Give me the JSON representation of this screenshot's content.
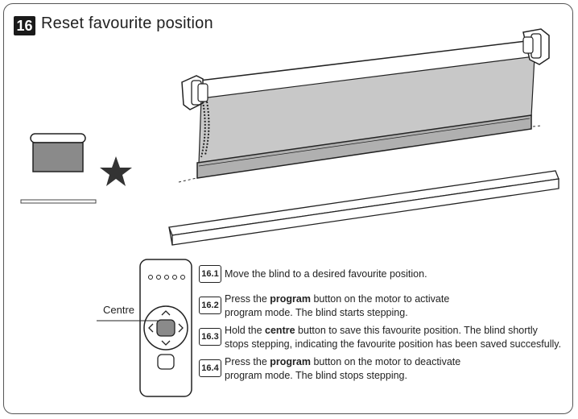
{
  "header": {
    "step_number": "16",
    "title": "Reset favourite position"
  },
  "remote": {
    "centre_label": "Centre"
  },
  "steps": [
    {
      "num": "16.1",
      "line1_pre": "Move the blind to a desired favourite position.",
      "line1_bold": "",
      "line1_post": "",
      "line2": ""
    },
    {
      "num": "16.2",
      "line1_pre": "Press the ",
      "line1_bold": "program",
      "line1_post": " button on the motor to activate",
      "line2": "program mode. The blind starts stepping."
    },
    {
      "num": "16.3",
      "line1_pre": "Hold the ",
      "line1_bold": "centre",
      "line1_post": " button to save this favourite position. The blind shortly",
      "line2": "stops stepping, indicating the favourite position has been saved succesfully."
    },
    {
      "num": "16.4",
      "line1_pre": "Press the ",
      "line1_bold": "program",
      "line1_post": " button on the motor to deactivate",
      "line2": "program mode. The blind stops stepping."
    }
  ],
  "icons": [
    "star-icon",
    "blind-icon",
    "remote-control",
    "left-arrow-icon",
    "right-arrow-icon",
    "up-arrow-icon",
    "down-arrow-icon"
  ],
  "colors": {
    "fabric": "#c8c8c8",
    "fabric_small": "#8a8a8a",
    "outline": "#222222",
    "badge": "#1a1a1a",
    "star": "#333333"
  }
}
